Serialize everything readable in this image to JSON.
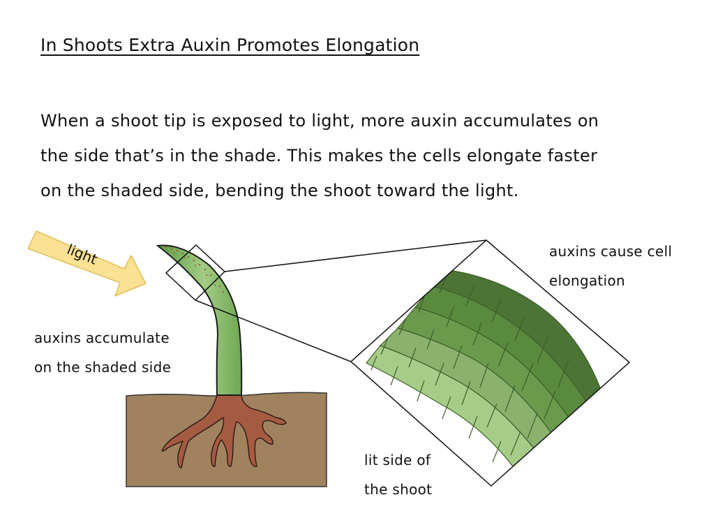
{
  "title": "In Shoots Extra Auxin Promotes Elongation",
  "paragraph": {
    "lines": [
      "When a shoot tip is exposed to light, more auxin accumulates on",
      "the side that’s in the shade. This makes the cells elongate faster",
      "on the shaded side, bending the shoot toward the light."
    ]
  },
  "diagram": {
    "arrow_label": "light",
    "labels": {
      "shaded_side": [
        "auxins accumulate",
        "on the shaded side"
      ],
      "elongation": [
        "auxins cause cell",
        "elongation"
      ],
      "lit_side": [
        "lit side of",
        "the shoot"
      ]
    },
    "colors": {
      "arrow_fill": "#fbe194",
      "arrow_stroke": "#e0bf5a",
      "shoot_light": "#a3cc85",
      "shoot_dark": "#5e9a45",
      "soil": "#a0825f",
      "root": "#a55a42",
      "auxin_dots": "#9a6a2c",
      "cell_darkest": "#4c7434",
      "cell_dark": "#5a8a3e",
      "cell_mid": "#8bb26d",
      "cell_light": "#a6cc88"
    }
  }
}
